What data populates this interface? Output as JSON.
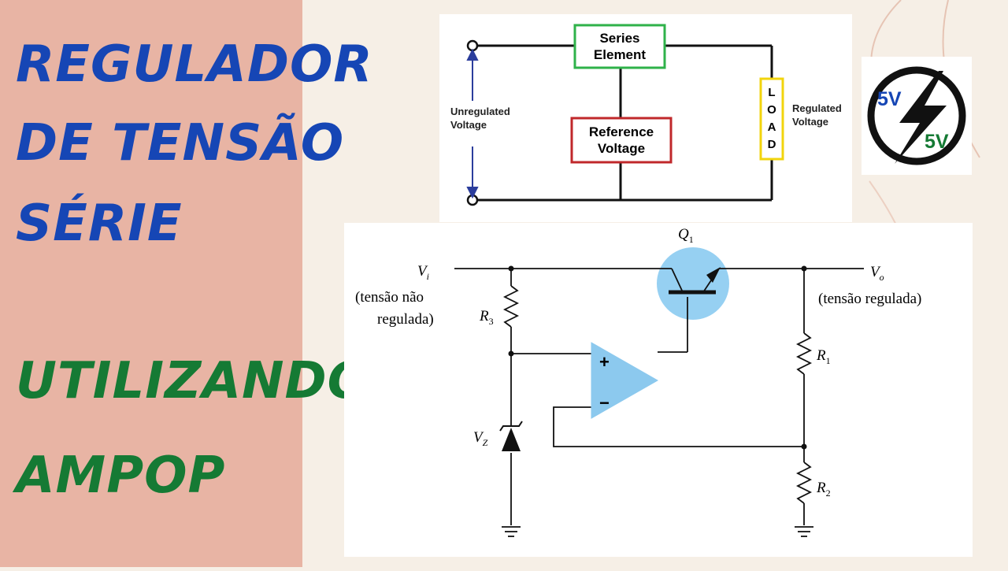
{
  "title": {
    "line1": "REGULADOR",
    "line2": "DE TENSÃO",
    "line3": "SÉRIE",
    "line4": "UTILIZANDO",
    "line5": "AMPOP"
  },
  "block_diagram": {
    "series_element": [
      "Series",
      "Element"
    ],
    "reference_voltage": [
      "Reference",
      "Voltage"
    ],
    "load": [
      "L",
      "O",
      "A",
      "D"
    ],
    "unregulated_voltage": [
      "Unregulated",
      "Voltage"
    ],
    "regulated_voltage": [
      "Regulated",
      "Voltage"
    ]
  },
  "logo": {
    "top_text": "5V",
    "bottom_text": "5V"
  },
  "circuit": {
    "q1": "Q",
    "q1_sub": "1",
    "vi": "V",
    "vi_sub": "i",
    "vi_caption": [
      "(tensão não",
      "regulada)"
    ],
    "vo": "V",
    "vo_sub": "o",
    "vo_caption": "(tensão regulada)",
    "r3": "R",
    "r3_sub": "3",
    "r1": "R",
    "r1_sub": "1",
    "r2": "R",
    "r2_sub": "2",
    "vz": "V",
    "vz_sub": "Z",
    "plus": "+",
    "minus": "−"
  },
  "colors": {
    "title_blue": "#1646b5",
    "title_green": "#157a34",
    "series_box": "#2fb24a",
    "reference_box": "#c0282b",
    "load_box": "#f2d40c",
    "arrow_blue": "#2b3d9c",
    "opamp_fill": "#8cc9ee",
    "transistor_fill": "#96d0f2"
  }
}
